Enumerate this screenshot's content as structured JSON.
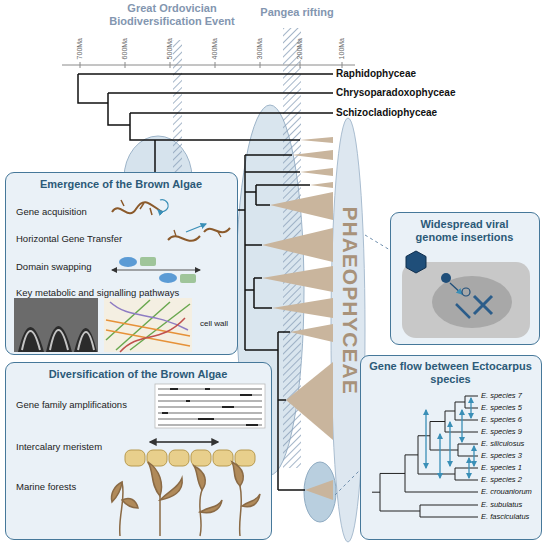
{
  "diagram": {
    "nodes": [
      {
        "text": [
          "Emergence of the Brown Algae",
          "Gene acquisition",
          "Horizontal Gene Transfer",
          "Domain swapping",
          "Key metabolic and signalling pathways",
          "cell wall"
        ]
      },
      {
        "text": [
          "Widespread viral genome insertions"
        ]
      },
      {
        "text": [
          "Diversification of the Brown Algae",
          "Gene family amplifications",
          "Intercalary meristem",
          "Marine forests"
        ]
      },
      {
        "text": [
          "Gene flow between Ectocarpus species"
        ]
      }
    ],
    "labels": [
      "Great Ordovician Biodiversification Event",
      "Pangea rifting",
      "700Ma",
      "600Ma",
      "500Ma",
      "400Ma",
      "300Ma",
      "200Ma",
      "100Ma",
      "Raphidophyceae",
      "Chrysoparadoxophyceae",
      "Schizocladiophyceae",
      "PHAEOPHYCEAE",
      "E. species 7",
      "E. species 5",
      "E. species 6",
      "E. species 9",
      "E. siliculosus",
      "E. species 3",
      "E. species 1",
      "E. species 2",
      "E. crouaniorum",
      "E. subulatus",
      "E. fasciculatus"
    ]
  }
}
